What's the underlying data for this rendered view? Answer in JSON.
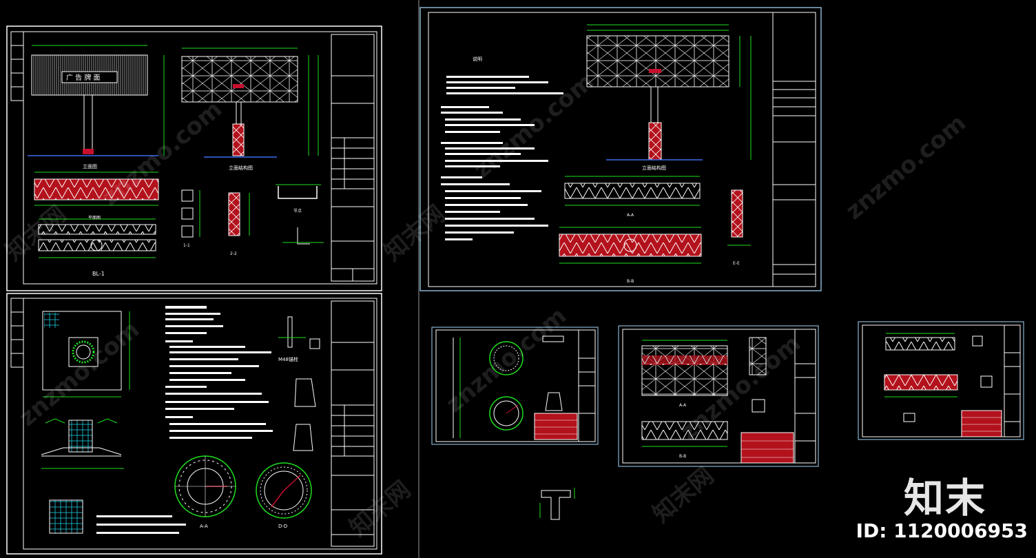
{
  "watermark": {
    "text": "znzmo.com",
    "cn_text": "知末网"
  },
  "brand": {
    "logo": "知末",
    "id_text": "ID: 1120006953"
  },
  "sheet1": {
    "billboard_label": "广 告 牌 面",
    "elevation_title": "立面图",
    "structure_title": "立面结构图",
    "plan_title": "平面图",
    "bl_title": "BL-1",
    "section_label_1": "1-1",
    "section_label_2": "2-2",
    "detail_label": "节点"
  },
  "sheet2": {
    "anchor_title": "M48锚栓",
    "section_aa": "A-A",
    "section_dd": "D-D"
  },
  "sheet3": {
    "notes_title": "说明",
    "structure_title": "立面结构图",
    "section_aa": "A-A",
    "section_bb": "B-B",
    "section_ee": "E-E"
  },
  "sheet4": {},
  "sheet5": {
    "section_aa": "A-A",
    "section_bb": "B-B"
  },
  "sheet6": {}
}
